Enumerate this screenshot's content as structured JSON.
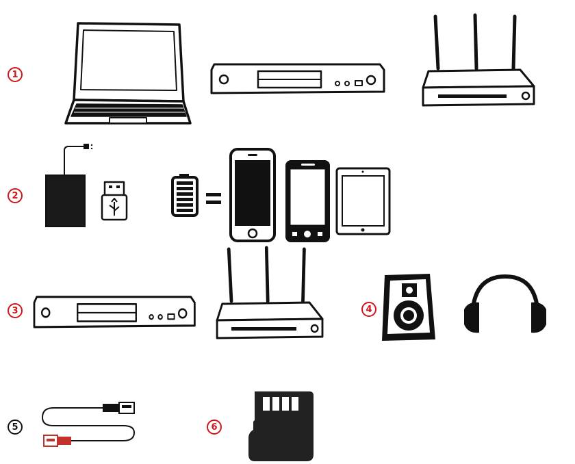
{
  "markers": [
    {
      "label": "1",
      "color": "#d0161b"
    },
    {
      "label": "2",
      "color": "#d0161b"
    },
    {
      "label": "3",
      "color": "#d0161b"
    },
    {
      "label": "4",
      "color": "#d0161b"
    },
    {
      "label": "5",
      "color": "#111111"
    },
    {
      "label": "6",
      "color": "#d0161b"
    }
  ],
  "icons": {
    "row1": [
      "laptop-icon",
      "dvd-player-icon",
      "wifi-router-icon"
    ],
    "row2": [
      "external-hard-drive-icon",
      "usb-flash-drive-icon",
      "battery-icon",
      "smartphone-icon",
      "android-phone-icon",
      "tablet-icon"
    ],
    "row3": [
      "dvd-player-icon",
      "wifi-router-icon"
    ],
    "row4": [
      "speaker-icon",
      "headphones-icon"
    ],
    "row5": [
      "usb-cable-icon"
    ],
    "row6": [
      "sd-card-icon"
    ]
  },
  "colors": {
    "marker_red": "#d0161b",
    "stroke": "#111111",
    "cable_tip": "#c4302b"
  }
}
